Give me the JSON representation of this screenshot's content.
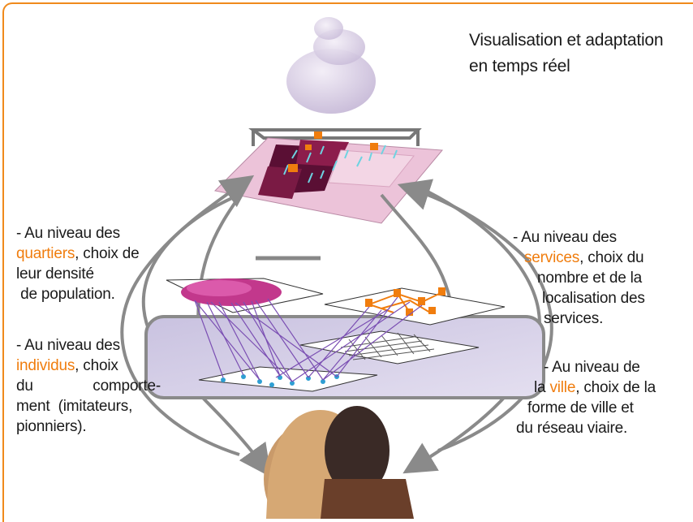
{
  "title_line1": "Visualisation et  adaptation",
  "title_line2": "en temps réel",
  "quartiers": {
    "l1": "-  Au niveau des",
    "hl": "quartiers",
    "l2rest": ",  choix de",
    "l3": "leur densité",
    "l4": " de population."
  },
  "individus": {
    "l1": "- Au niveau des",
    "hl": "individus",
    "l2rest": ",  choix",
    "l3a": "du",
    "l3b": "comporte-",
    "l4": "ment  (imitateurs,",
    "l5": "pionniers)."
  },
  "services": {
    "l1": "- Au niveau des",
    "hl": "services",
    "l2rest": ", choix du",
    "l3": "nombre et de la",
    "l4": "localisation des",
    "l5": "services."
  },
  "ville": {
    "l1": "- Au niveau de",
    "pre": "la ",
    "hl": "ville",
    "l2rest": ", choix de la",
    "l3": "forme de ville et",
    "l4": "du réseau viaire."
  },
  "colors": {
    "frame": "#f08a1c",
    "highlight": "#f07d0e",
    "arrow": "#8a8a8a",
    "purple_link": "#7b4fb3",
    "people": "#2f9fd3"
  }
}
